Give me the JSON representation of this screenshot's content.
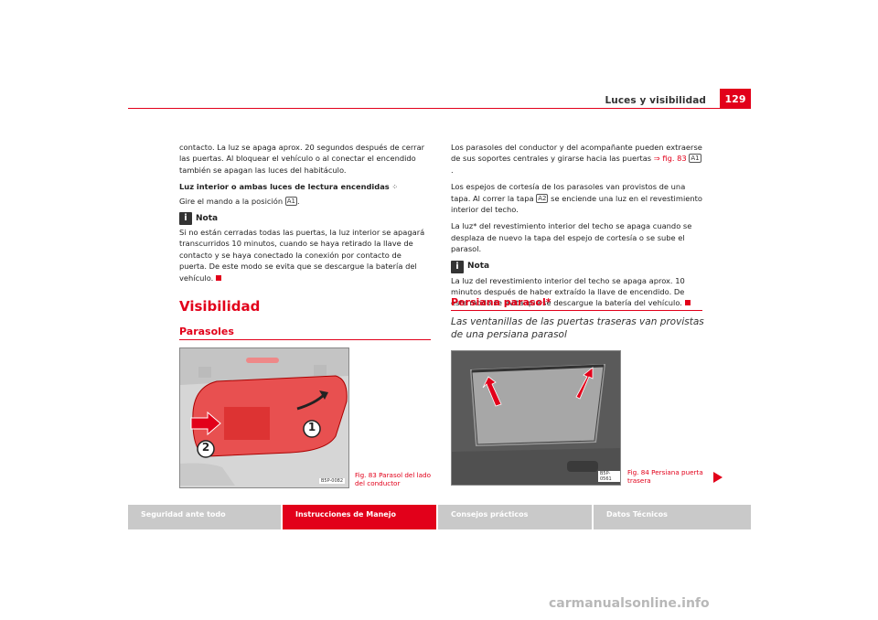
{
  "header": {
    "title": "Luces y visibilidad",
    "page_number": "129"
  },
  "left_column": {
    "para1": "contacto. La luz se apaga aprox. 20 segundos después de cerrar las puertas. Al bloquear el vehículo o al conectar el encendido también se apagan las luces del habitáculo.",
    "subhead": "Luz interior o ambas luces de lectura encendidas",
    "instr_pre": "Gire el mando a la posición",
    "instr_box": "A1",
    "instr_post": ".",
    "note_label": "Nota",
    "note_text": "Si no están cerradas todas las puertas, la luz interior se apagará transcurridos 10 minutos, cuando se haya retirado la llave de contacto y se haya conectado la conexión por contacto de puerta. De este modo se evita que se descargue la batería del vehículo."
  },
  "right_column": {
    "para1_pre": "Los parasoles del conductor y del acompañante pueden extraerse de sus soportes centrales y girarse hacia las puertas",
    "para1_ref": "⇒ fig. 83",
    "para1_box": "A1",
    "para1_post": ".",
    "para2_pre": "Los espejos de cortesía de los parasoles van provistos de una tapa. Al correr la tapa",
    "para2_box": "A2",
    "para2_post": "se enciende una luz en el revestimiento interior del techo.",
    "para3": "La luz* del revestimiento interior del techo se apaga cuando se desplaza de nuevo la tapa del espejo de cortesía o se sube el parasol.",
    "note_label": "Nota",
    "note_text": "La luz del revestimiento interior del techo se apaga aprox. 10 minutos después de haber extraído la llave de encendido. De este modo se evita que se descargue la batería del vehículo."
  },
  "headings": {
    "visibilidad": "Visibilidad",
    "parasoles": "Parasoles",
    "persiana": "Persiana parasol*",
    "persiana_sub": "Las ventanillas de las puertas traseras van provistas de una persiana parasol"
  },
  "figures": {
    "fig83": {
      "caption_line1": "Fig. 83   Parasol del lado",
      "caption_line2": "del conductor",
      "code": "B5P-0082",
      "label1": "1",
      "label2": "2"
    },
    "fig84": {
      "caption_line1": "Fig. 84   Persiana puerta",
      "caption_line2": "trasera",
      "code": "B5P-0561"
    }
  },
  "footer": {
    "tab1": "Seguridad ante todo",
    "tab2": "Instrucciones de Manejo",
    "tab3": "Consejos prácticos",
    "tab4": "Datos Técnicos"
  },
  "watermark": "carmanualsonline.info",
  "colors": {
    "accent": "#e2001a",
    "footer_grey": "#c9c9c9"
  }
}
